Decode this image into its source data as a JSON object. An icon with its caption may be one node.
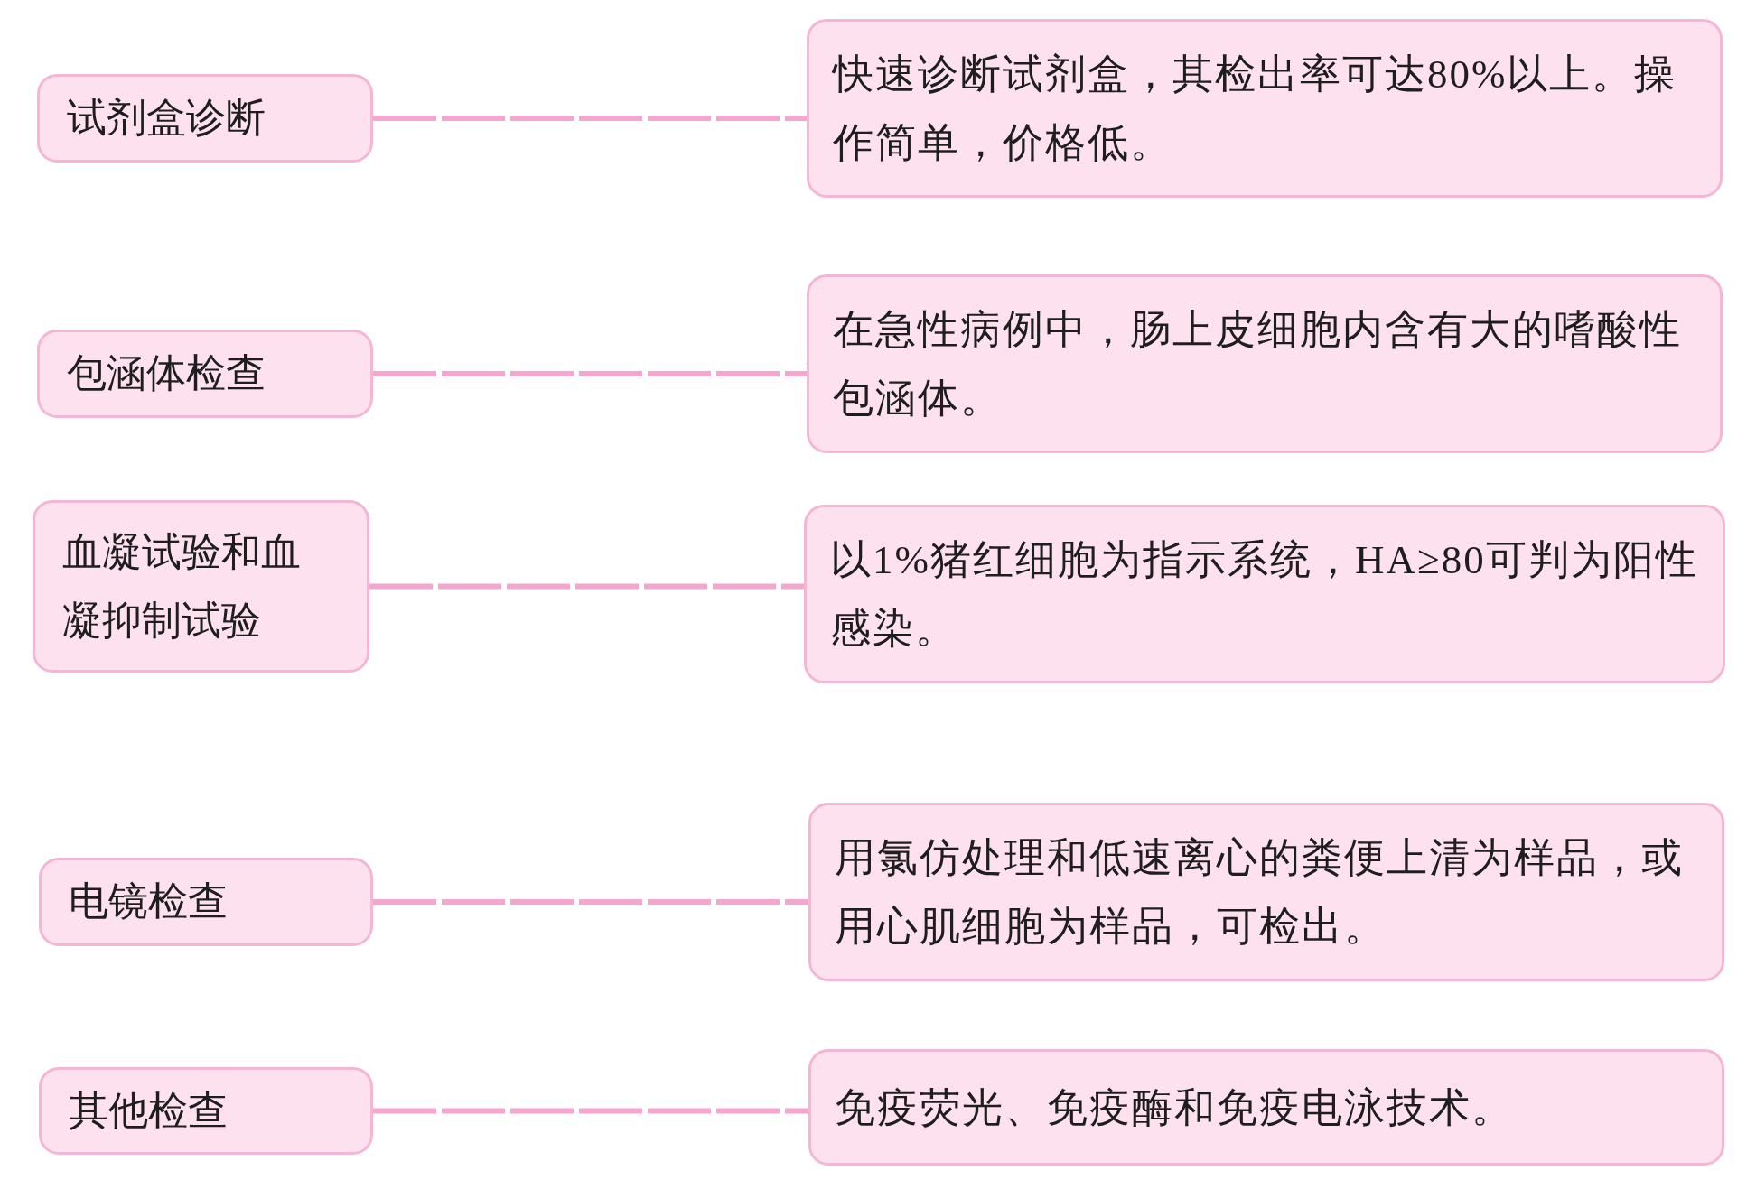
{
  "diagram": {
    "nodes": [
      {
        "text": [
          "试剂盒诊断"
        ]
      },
      {
        "text": [
          "快速诊断试剂盒，其检出率可达80%以上。操作简单，价格低。"
        ]
      },
      {
        "text": [
          "包涵体检查"
        ]
      },
      {
        "text": [
          "在急性病例中，肠上皮细胞内含有大的嗜酸性包涵体。"
        ]
      },
      {
        "text": [
          "血凝试验和血凝抑制试验"
        ]
      },
      {
        "text": [
          "以1%猪红细胞为指示系统，HA≥80可判为阳性感染。"
        ]
      },
      {
        "text": [
          "电镜检查"
        ]
      },
      {
        "text": [
          "用氯仿处理和低速离心的粪便上清为样品，或用心肌细胞为样品，可检出。"
        ]
      },
      {
        "text": [
          "其他检查"
        ]
      },
      {
        "text": [
          "免疫荧光、免疫酶和免疫电泳技术。"
        ]
      }
    ],
    "edges": [
      {
        "from": 0,
        "to": 1,
        "arrow": "none",
        "style": "dashed"
      },
      {
        "from": 2,
        "to": 3,
        "arrow": "none",
        "style": "dashed"
      },
      {
        "from": 4,
        "to": 5,
        "arrow": "none",
        "style": "dashed"
      },
      {
        "from": 6,
        "to": 7,
        "arrow": "none",
        "style": "dashed"
      },
      {
        "from": 8,
        "to": 9,
        "arrow": "none",
        "style": "dashed"
      }
    ]
  }
}
